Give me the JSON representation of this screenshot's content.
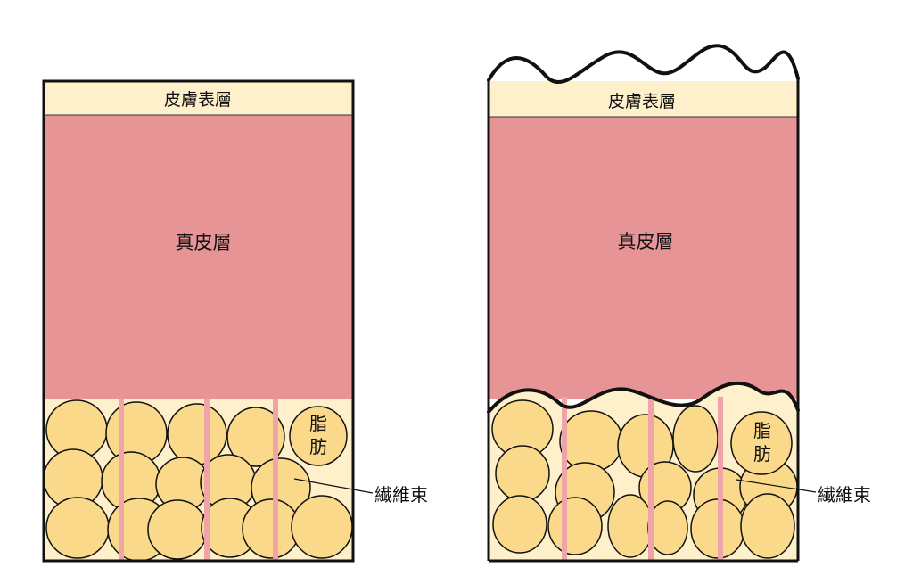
{
  "colors": {
    "epidermis": "#FFF0CC",
    "dermis": "#E79497",
    "fat_background": "#FFF0CC",
    "fat_cell": "#FBD98A",
    "fiber": "#F0A3A8",
    "outline": "#111111"
  },
  "panels": [
    {
      "state": "normal",
      "epidermis_label": "皮膚表層",
      "dermis_label": "真皮層",
      "fat_label_line1": "脂",
      "fat_label_line2": "肪",
      "fiber_label": "繊維束"
    },
    {
      "state": "wavy",
      "epidermis_label": "皮膚表層",
      "dermis_label": "真皮層",
      "fat_label_line1": "脂",
      "fat_label_line2": "肪",
      "fiber_label": "繊維束"
    }
  ]
}
